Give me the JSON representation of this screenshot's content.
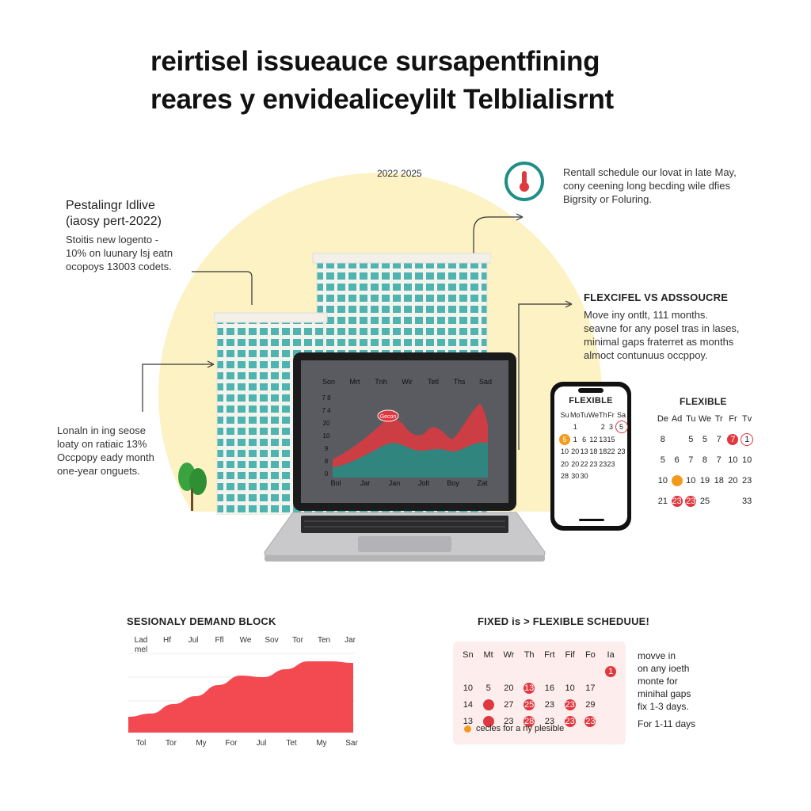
{
  "header": {
    "line1": "reirtisel issueauce sursapentfining",
    "line2": "reares y envidealiceylilt Telblialisrnt"
  },
  "year_label": "2022 2025",
  "left_top_note": {
    "heading1": "Pestalingr Idlive",
    "heading2": "(iaosy pert-2022)",
    "line1": "Stoitis new logento -",
    "line2": "10% on luunary lsj eatn",
    "line3": "ocopoys 13003 codets."
  },
  "left_mid_note": {
    "line1": "Lonaln in ing seose",
    "line2": "loaty on ratiaic 13%",
    "line3": "Occpopy eady month",
    "line4": "one-year onguets."
  },
  "right_top_note": {
    "line1": "Rentall schedule our lovat in late May,",
    "line2": "cony ceening long becding wile dfies",
    "line3": "Bigrsity or Foluring."
  },
  "right_mid_note": {
    "heading": "FLEXCIFEL VS ADSSOUCRE",
    "line1": "Move iny ontlt, 111 months.",
    "line2": "seavne for any posel tras in lases,",
    "line3": "minimal gaps fraterret as months",
    "line4": "almoct contunuus occppoy."
  },
  "laptop_chart": {
    "top_labels": [
      "Son",
      "Mrt",
      "Tnh",
      "Wir",
      "Tetl",
      "Ths",
      "Sad"
    ],
    "left_labels": [
      "7 8",
      "7 4",
      "20",
      "10",
      "9",
      "8",
      "0"
    ],
    "bottom_labels": [
      "Bol",
      "Jar",
      "Jan",
      "Jolt",
      "Boy",
      "Zat"
    ],
    "badge": "Gecon",
    "colors": {
      "red": "#e0383f",
      "teal": "#1f8e86",
      "screen": "#5a5b60"
    }
  },
  "phone_calendar": {
    "title": "FLEXIBLE",
    "headers": [
      "Su",
      "Mo",
      "Tu",
      "We",
      "Th",
      "Fr",
      "Sa"
    ],
    "rows": [
      [
        "",
        "1",
        "",
        "",
        "2",
        "3",
        "5"
      ],
      [
        "5",
        "1",
        "6",
        "12",
        "13",
        "15",
        ""
      ],
      [
        "10",
        "20",
        "13",
        "18",
        "18",
        "22",
        "23"
      ],
      [
        "20",
        "20",
        "22",
        "23",
        "23",
        "23",
        ""
      ],
      [
        "28",
        "30",
        "30",
        "",
        "",
        "",
        ""
      ]
    ]
  },
  "right_calendar": {
    "title": "FLEXIBLE",
    "headers": [
      "De",
      "Ad",
      "Tu",
      "We",
      "Tr",
      "Fr",
      "Tv"
    ],
    "rows": [
      [
        "8",
        "",
        "5",
        "5",
        "7",
        "7",
        "1"
      ],
      [
        "5",
        "6",
        "7",
        "8",
        "7",
        "10",
        "10"
      ],
      [
        "10",
        "",
        "10",
        "19",
        "18",
        "20",
        "23"
      ],
      [
        "21",
        "23",
        "23",
        "25",
        "",
        "",
        "33"
      ]
    ]
  },
  "demand_chart": {
    "title": "SESIONALY DEMAND BLOCK",
    "top_labels": [
      "Lad",
      "Hf",
      "Jul",
      "Ffl",
      "We",
      "Sov",
      "Tor",
      "Ten",
      "Jar"
    ],
    "side_label": "mel",
    "bottom_labels": [
      "Tol",
      "Tor",
      "My",
      "For",
      "Jul",
      "Tet",
      "My",
      "Sar"
    ],
    "values": [
      10,
      12,
      18,
      23,
      30,
      36,
      35,
      40,
      45,
      45,
      44
    ],
    "ylim": [
      0,
      50
    ],
    "color": "#f34a52"
  },
  "fixed_calendar": {
    "title": "FIXED is > FLEXIBLE SCHEDUUE!",
    "headers": [
      "Sn",
      "Mt",
      "Wr",
      "Th",
      "Frt",
      "Fif",
      "Fo",
      "Ia"
    ],
    "rows": [
      [
        "",
        "",
        "",
        "",
        "",
        "",
        "",
        "1"
      ],
      [
        "10",
        "5",
        "20",
        "13",
        "16",
        "10",
        "17",
        ""
      ],
      [
        "14",
        "",
        "27",
        "25",
        "23",
        "23",
        "29",
        ""
      ],
      [
        "13",
        "",
        "23",
        "28",
        "23",
        "23",
        "23",
        ""
      ]
    ],
    "legend": "cecles for a ny plesible",
    "side_note": {
      "line1": "movve in",
      "line2": "on any ioeth",
      "line3": "monte for",
      "line4": "minihal gaps",
      "line5": "fix 1-3 days.",
      "line6": "For 1-11 days"
    }
  },
  "colors": {
    "sun": "#fcf2c4",
    "accent_red": "#e0383f",
    "accent_orange": "#f39a1d",
    "teal": "#1f8e86"
  }
}
